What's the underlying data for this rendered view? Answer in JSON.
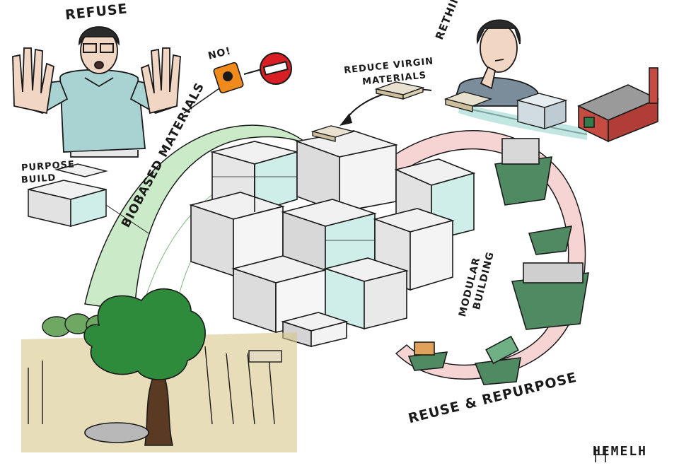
{
  "labels": {
    "refuse": "REFUSE",
    "rethink": "RETHINK",
    "reduce_line1": "REDUCE VIRGIN",
    "reduce_line2": "MATERIALS",
    "no": "NO!",
    "biobased": "BIOBASED MATERIALS",
    "purpose_line1": "PURPOSE",
    "purpose_line2": "BUILD",
    "modular_line1": "MODULAR",
    "modular_line2": "BUILDING",
    "reuse": "REUSE & REPURPOSE",
    "signature": "HEMELH"
  },
  "colors": {
    "outline": "#1a1a1a",
    "shirt": "#a9d3d3",
    "skin": "#f2d6c4",
    "hair": "#2b2b2b",
    "glass": "#cfeeea",
    "box_face": "#f1f1f1",
    "box_shade": "#d8d8d8",
    "green_arrow": "#b9e3b6",
    "pink_arrow": "#f3c6c6",
    "container": "#4f8a62",
    "factory": "#c64b43",
    "hazard": "#f08a1c",
    "stop": "#d91f26",
    "tree": "#2e8b3c",
    "trunk": "#5a3a22",
    "field": "#d9c68a"
  },
  "icons": [
    "refuse-person",
    "rethink-person",
    "hazard-barrel-icon",
    "stop-sign-icon",
    "factory",
    "pallet-icon",
    "tree",
    "skip-container-icon"
  ]
}
